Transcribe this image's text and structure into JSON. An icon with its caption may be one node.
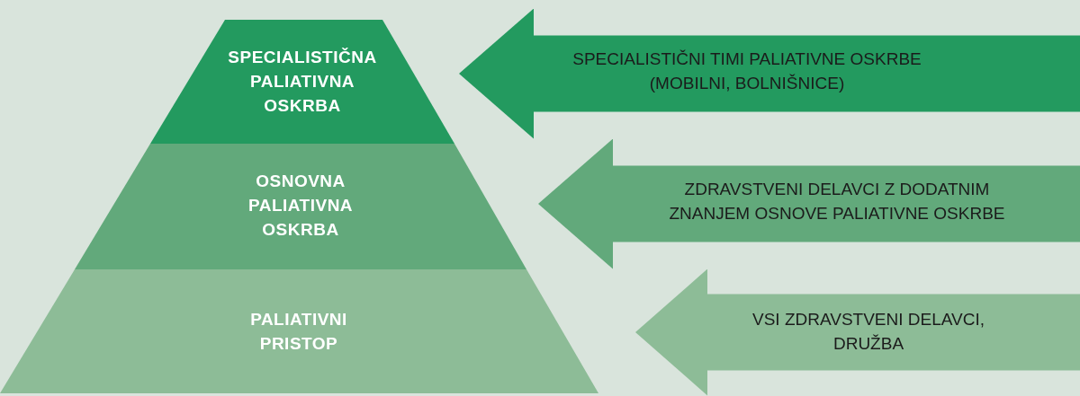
{
  "diagram": {
    "nodes": [
      {
        "text": [
          "SPECIALISTIČNA PALIATIVNA OSKRBA"
        ]
      },
      {
        "text": [
          "OSNOVNA PALIATIVNA OSKRBA"
        ]
      },
      {
        "text": [
          "PALIATIVNI PRISTOP"
        ]
      }
    ],
    "edges": [
      {
        "from": null,
        "to": 0,
        "arrow": "to",
        "label": "SPECIALISTIČNI TIMI PALIATIVNE OSKRBE (MOBILNI, BOLNIŠNICE)",
        "color": "#239a5f"
      },
      {
        "from": null,
        "to": 1,
        "arrow": "to",
        "label": "ZDRAVSTVENI DELAVCI Z DODATNIM ZNANJEM OSNOVE PALIATIVNE OSKRBE",
        "color": "#62a97b"
      },
      {
        "from": null,
        "to": 2,
        "arrow": "to",
        "label": "VSI ZDRAVSTVENI DELAVCI, DRUŽBA",
        "color": "#8dbc97"
      }
    ]
  }
}
